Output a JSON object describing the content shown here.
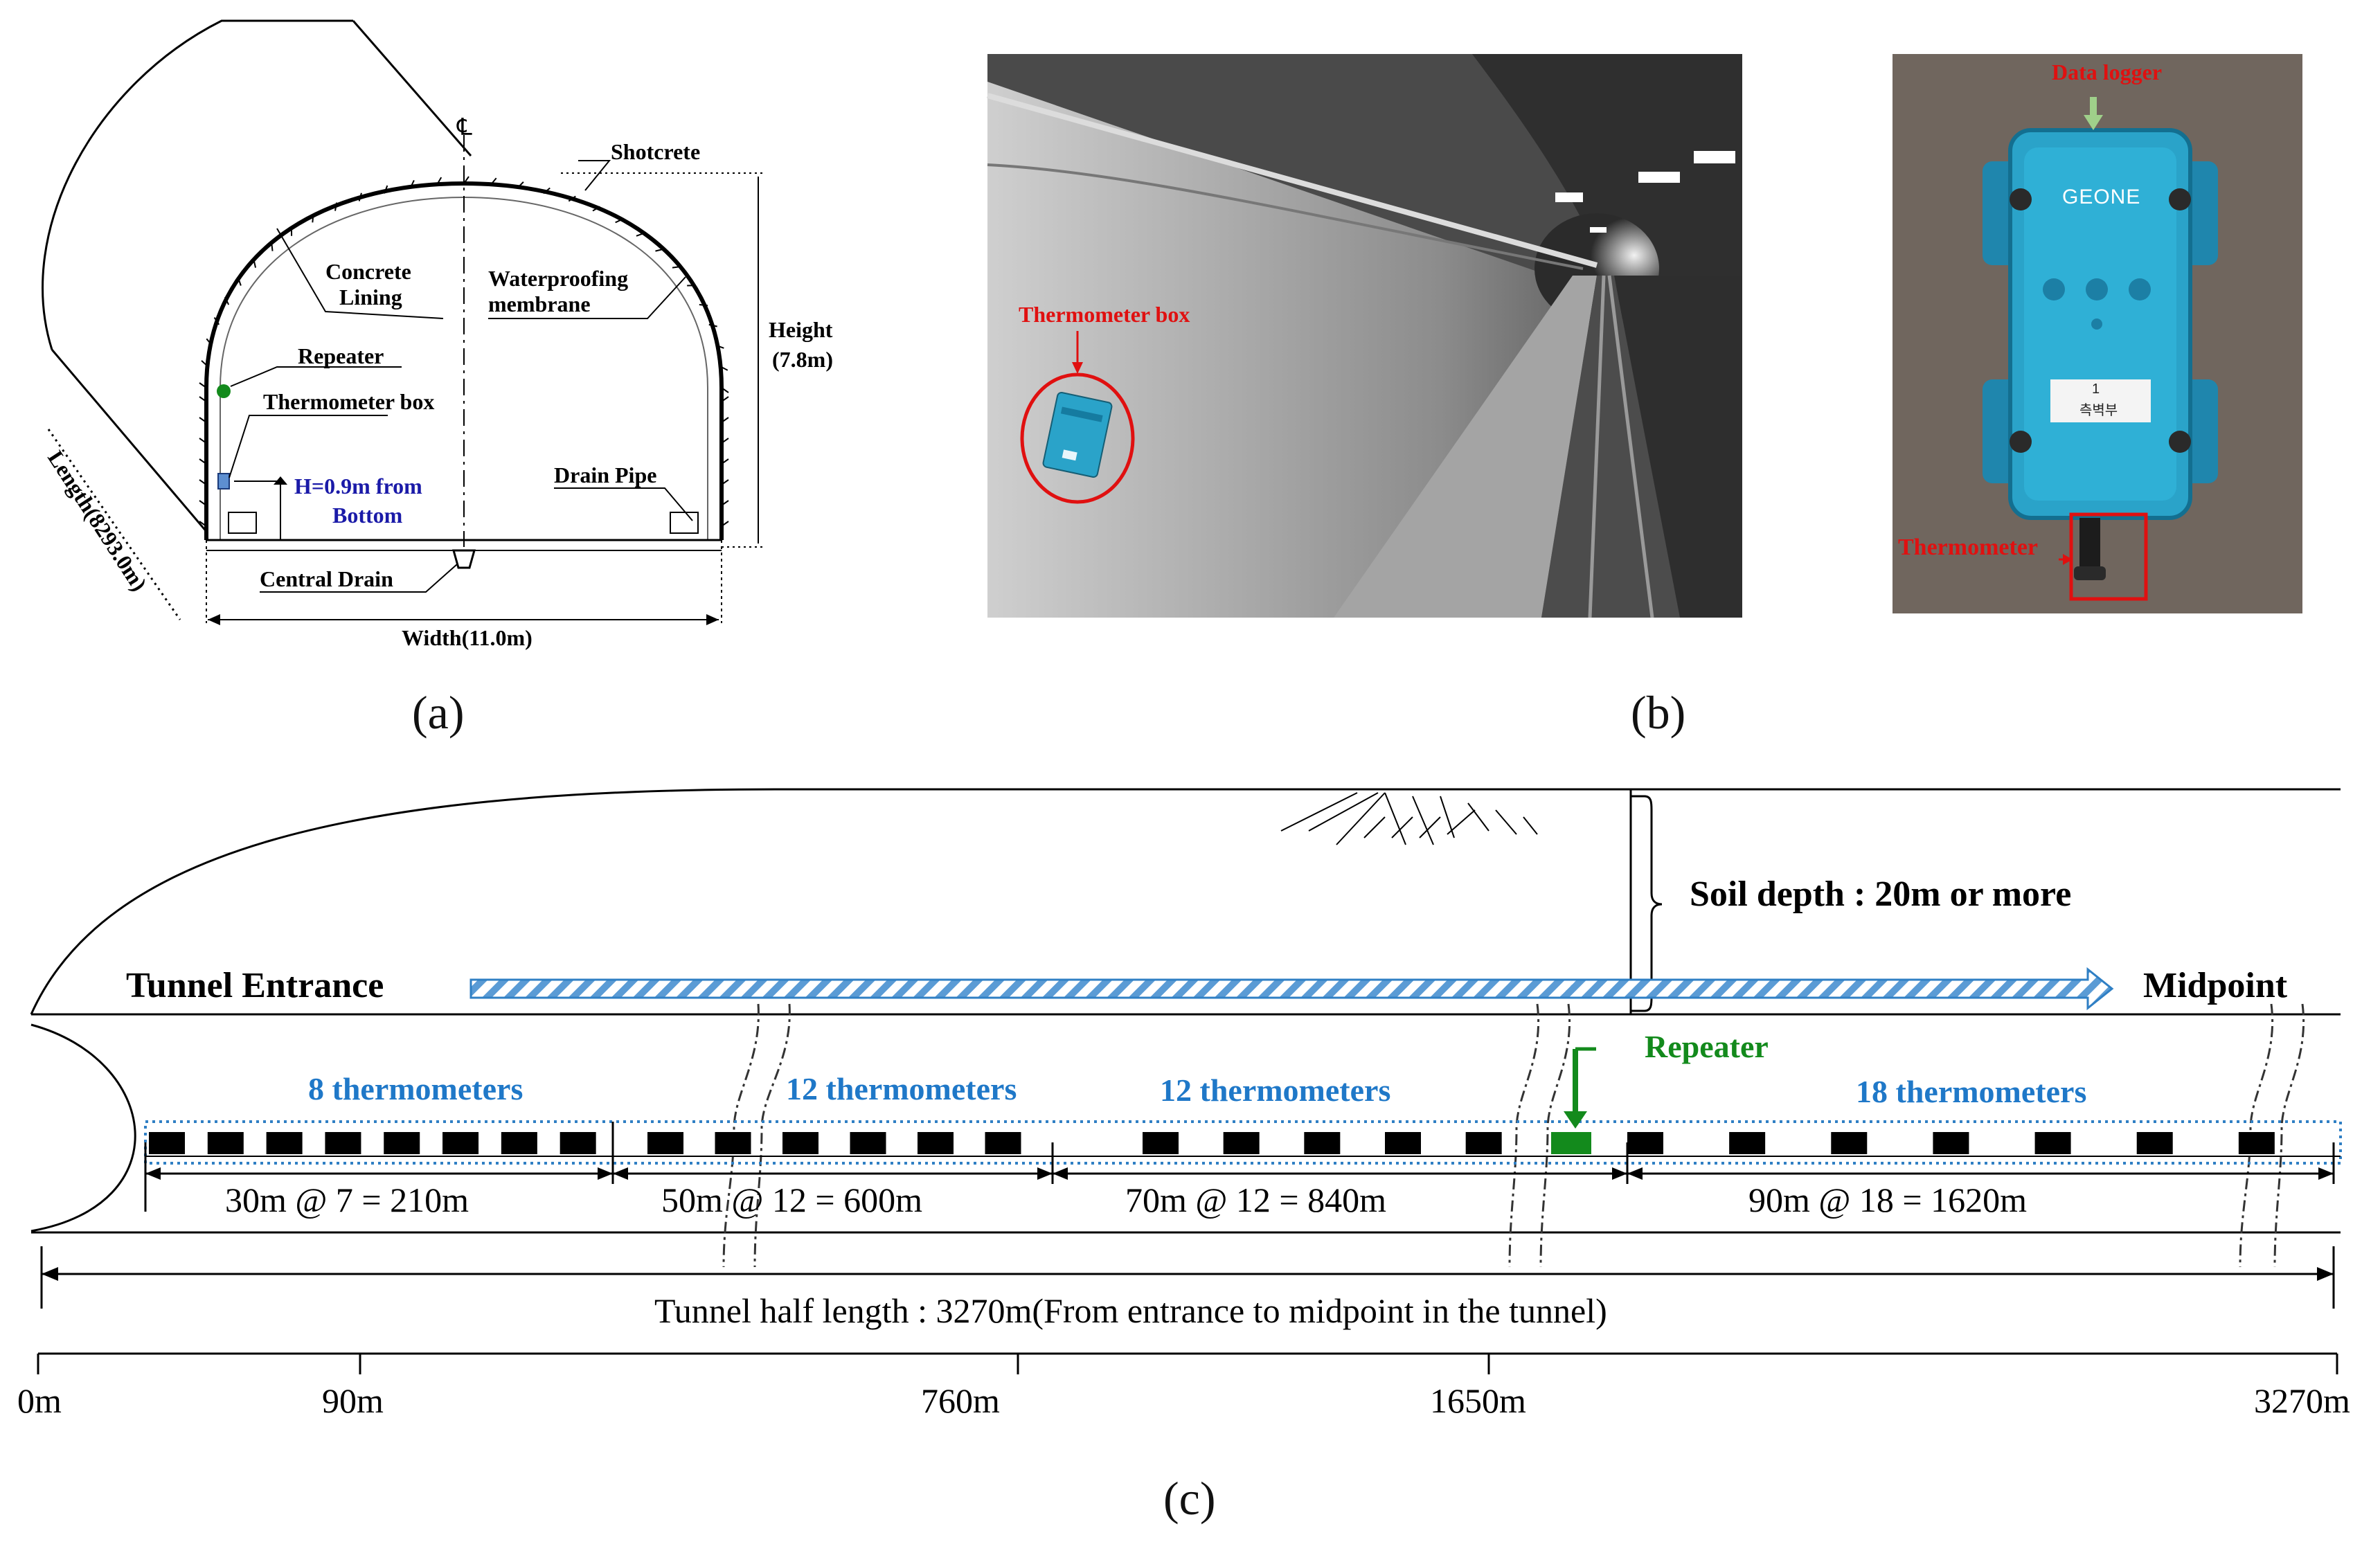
{
  "panel_a": {
    "label": "(a)",
    "centerline_mark": "℄",
    "shotcrete": "Shotcrete",
    "concrete_lining": [
      "Concrete",
      "Lining"
    ],
    "waterproofing": [
      "Waterproofing",
      "membrane"
    ],
    "height": [
      "Height",
      "(7.8m)"
    ],
    "repeater": "Repeater",
    "thermometer_box": "Thermometer box",
    "sensor_height": [
      "H=0.9m from",
      "Bottom"
    ],
    "drain_pipe": "Drain Pipe",
    "central_drain": "Central Drain",
    "width": "Width(11.0m)",
    "length": "Length(8293.0m)"
  },
  "panel_b": {
    "label": "(b)",
    "thermometer_box": "Thermometer box",
    "data_logger": "Data logger",
    "device_brand": "GEONE",
    "device_tag_number": "1",
    "device_tag_text": "측벽부",
    "thermometer": "Thermometer"
  },
  "panel_c": {
    "label": "(c)",
    "soil_depth": "Soil depth : 20m or more",
    "tunnel_entrance": "Tunnel Entrance",
    "midpoint": "Midpoint",
    "repeater": "Repeater",
    "groups": [
      {
        "count_label": "8 thermometers",
        "spacing_label": "30m @ 7 = 210m",
        "sensors": 8
      },
      {
        "count_label": "12 thermometers",
        "spacing_label": "50m @ 12 = 600m",
        "sensors": 12
      },
      {
        "count_label": "12 thermometers",
        "spacing_label": "70m @ 12 = 840m",
        "sensors": 12
      },
      {
        "count_label": "18 thermometers",
        "spacing_label": "90m @ 18 = 1620m",
        "sensors": 18
      }
    ],
    "half_length": "Tunnel half length : 3270m(From entrance to midpoint in the tunnel)",
    "axis_ticks": [
      "0m",
      "90m",
      "760m",
      "1650m",
      "3270m"
    ]
  },
  "colors": {
    "blue_text": "#1f78c8",
    "green": "#138a1c",
    "red": "#e01010",
    "navy": "#1a1aa8",
    "device_blue": "#2aa3c9"
  }
}
